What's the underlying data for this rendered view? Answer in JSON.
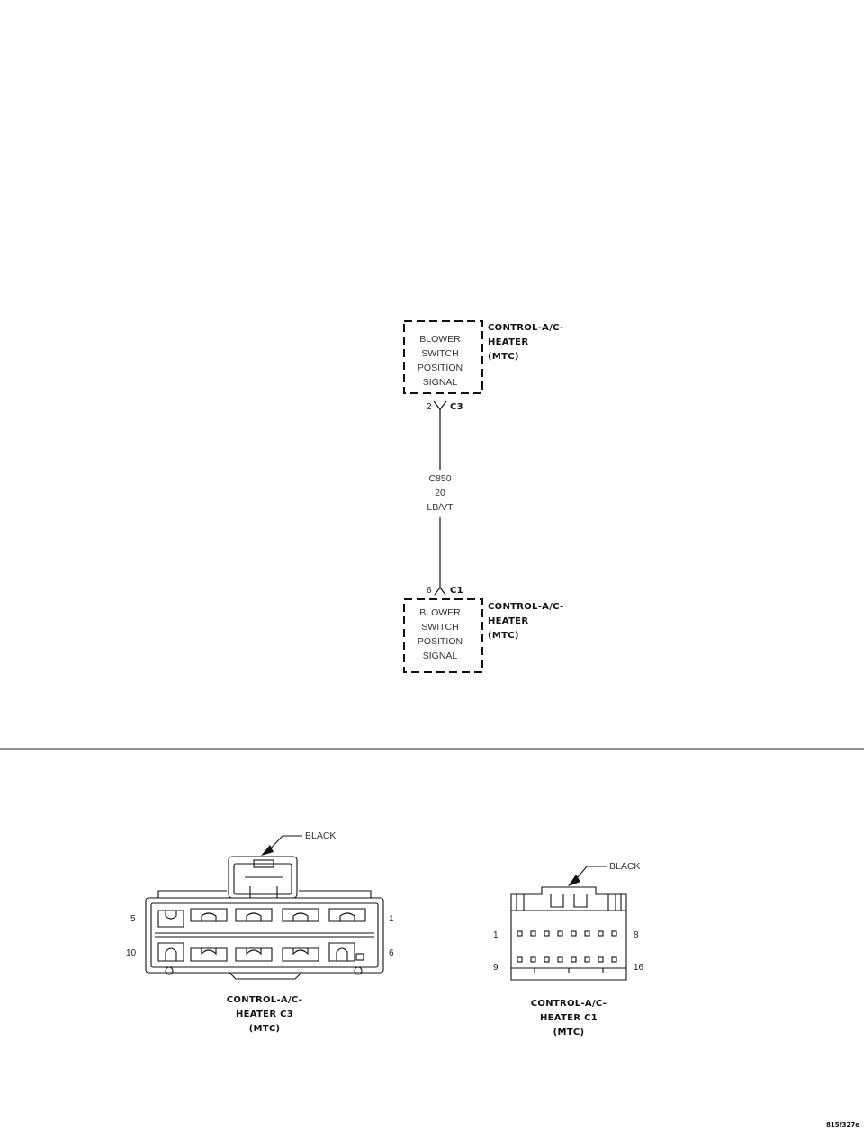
{
  "diagram": {
    "top_component": {
      "lines": [
        "BLOWER",
        "SWITCH",
        "POSITION",
        "SIGNAL"
      ],
      "name_lines": [
        "CONTROL-A/C-",
        "HEATER",
        "(MTC)"
      ],
      "pin": "2",
      "connector": "C3"
    },
    "wire": {
      "circuit": "C850",
      "gauge": "20",
      "color": "LB/VT"
    },
    "bottom_component": {
      "lines": [
        "BLOWER",
        "SWITCH",
        "POSITION",
        "SIGNAL"
      ],
      "name_lines": [
        "CONTROL-A/C-",
        "HEATER",
        "(MTC)"
      ],
      "pin": "6",
      "connector": "C1"
    }
  },
  "connectors": {
    "c3": {
      "color_label": "BLACK",
      "pins": {
        "top_left": "5",
        "top_right": "1",
        "bottom_left": "10",
        "bottom_right": "6"
      },
      "caption": [
        "CONTROL-A/C-",
        "HEATER C3",
        "(MTC)"
      ]
    },
    "c1": {
      "color_label": "BLACK",
      "pins": {
        "top_left": "1",
        "top_right": "8",
        "bottom_left": "9",
        "bottom_right": "16"
      },
      "caption": [
        "CONTROL-A/C-",
        "HEATER C1",
        "(MTC)"
      ]
    }
  },
  "figure_id": "815f327e"
}
